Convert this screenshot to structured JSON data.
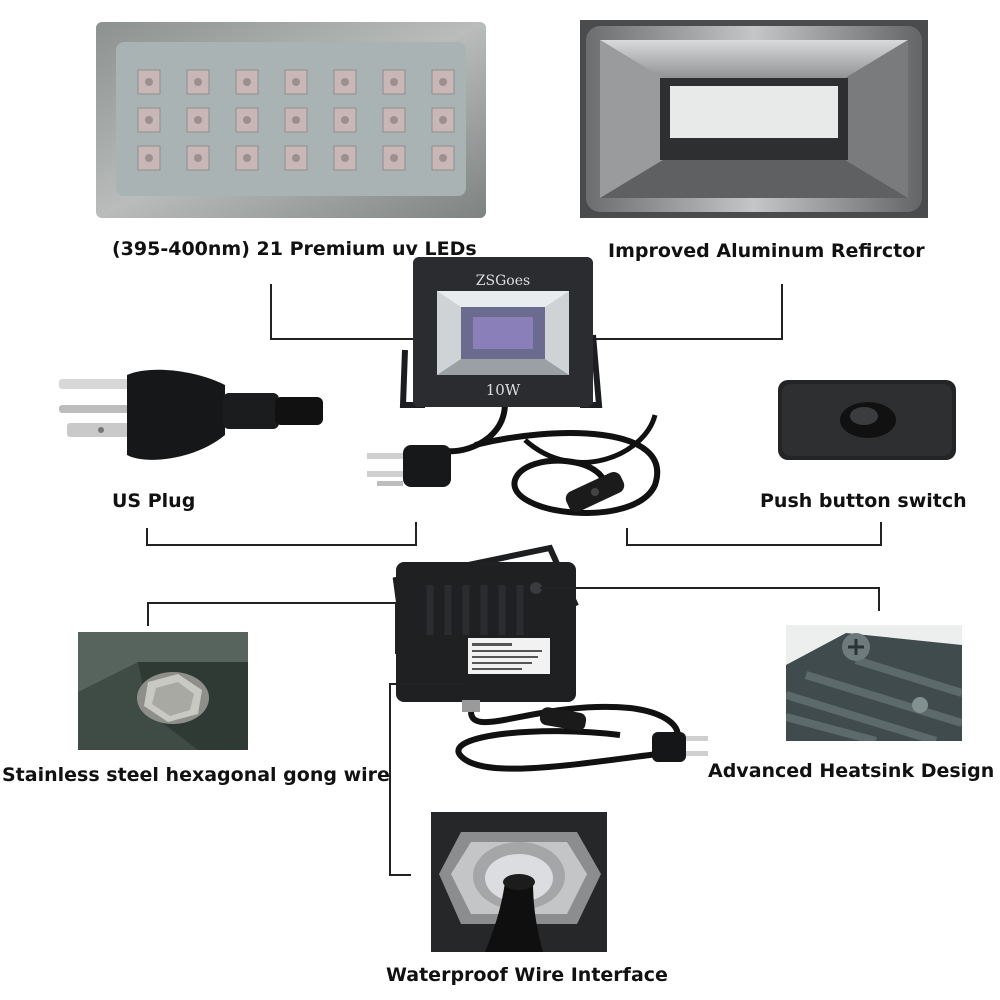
{
  "labels": {
    "leds": "(395-400nm) 21 Premium uv LEDs",
    "reflector": "Improved Aluminum Refirctor",
    "plug": "US Plug",
    "switch": "Push button switch",
    "gong": "Stainless steel hexagonal gong wire",
    "heatsink": "Advanced Heatsink Design",
    "waterproof": "Waterproof Wire Interface"
  },
  "product": {
    "brand": "ZSGoes",
    "wattage": "10W"
  },
  "colors": {
    "led_panel": "#a9b3b3",
    "led_chip": "#c9b6b6",
    "light_body": "#2a2c30",
    "lens": "#8a7fb8",
    "heatsink": "#3f4b4c"
  },
  "icons": {
    "plug": "us-plug-icon",
    "switch": "rocker-switch-icon",
    "bolt": "hex-bolt-icon",
    "gland": "cable-gland-icon"
  }
}
